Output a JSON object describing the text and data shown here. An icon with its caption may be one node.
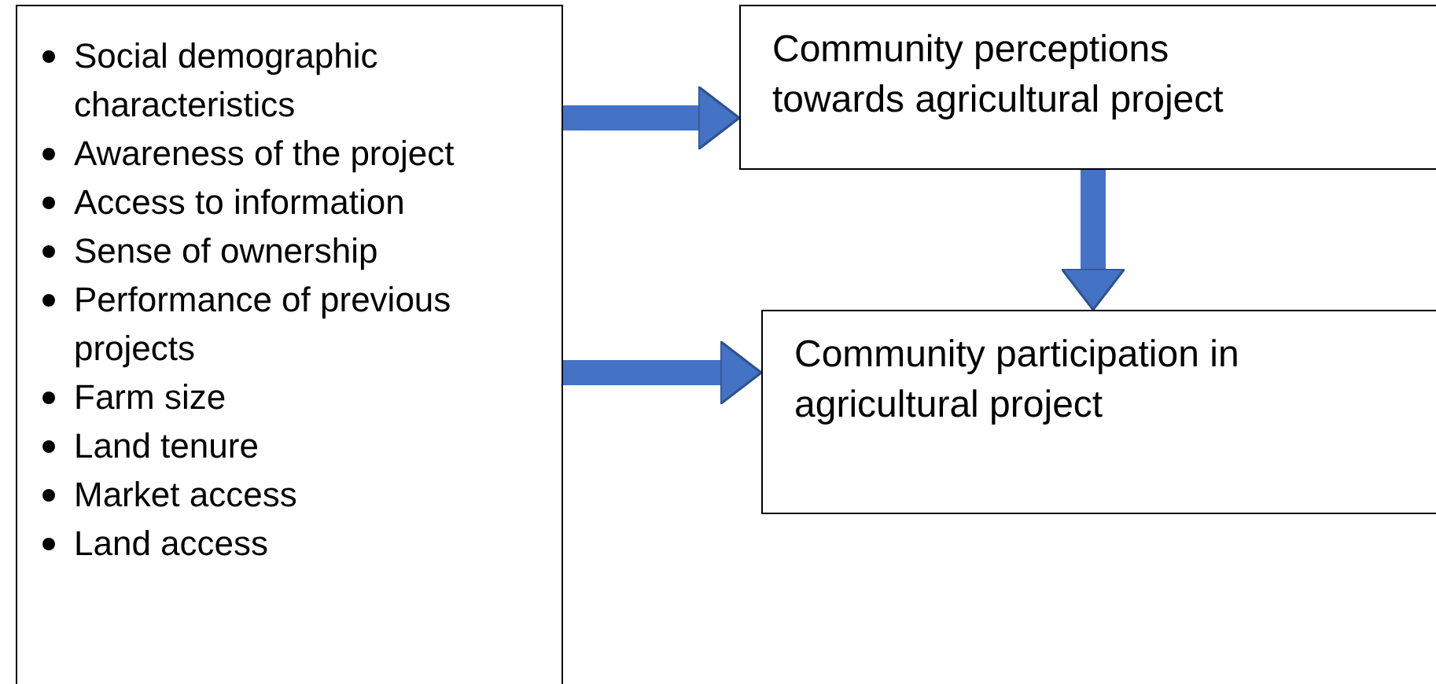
{
  "diagram": {
    "nodes": [
      {
        "text": [
          "Social demographic characteristics",
          "Awareness of the project",
          "Access to information",
          "Sense of ownership",
          "Performance of previous projects",
          "Farm size",
          "Land tenure",
          "Market access",
          "Land access"
        ]
      },
      {
        "text": [
          "Community perceptions towards agricultural project"
        ]
      },
      {
        "text": [
          "Community participation in agricultural project"
        ]
      }
    ],
    "edges": [
      {
        "from": 0,
        "to": 1,
        "arrow": "to"
      },
      {
        "from": 1,
        "to": 2,
        "arrow": "to"
      },
      {
        "from": 0,
        "to": 2,
        "arrow": "to"
      }
    ]
  }
}
